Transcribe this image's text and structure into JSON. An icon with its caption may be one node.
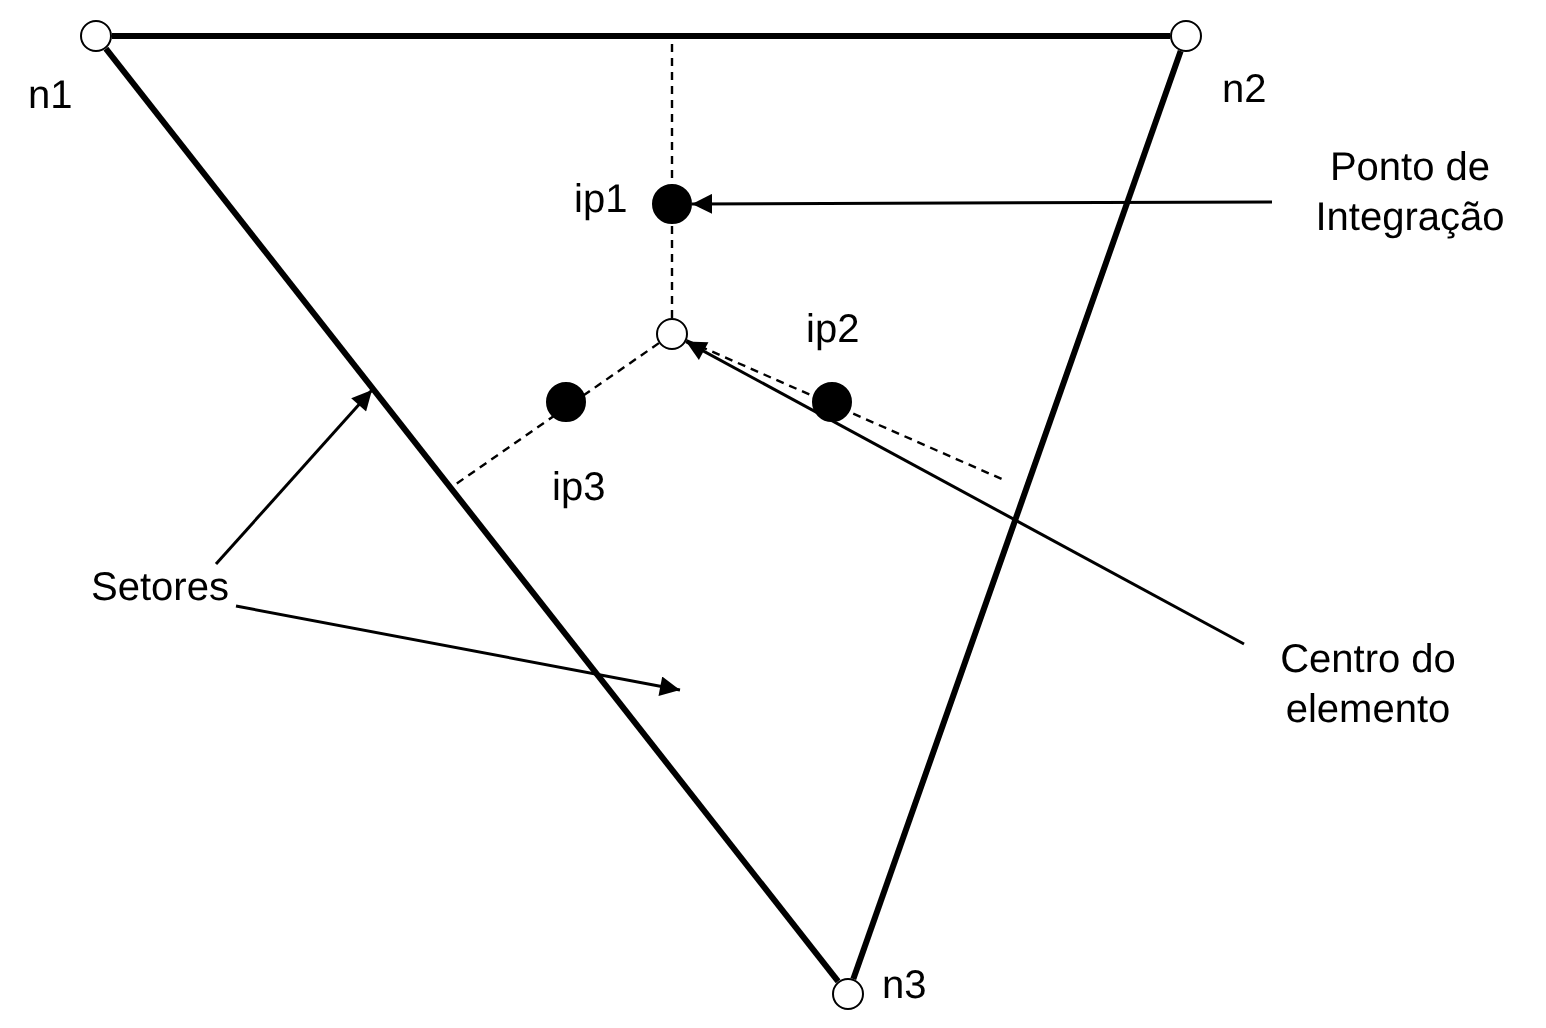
{
  "diagram": {
    "nodes": [
      {
        "text": [],
        "shape": "circle",
        "beside": [
          "n1"
        ]
      },
      {
        "text": [],
        "shape": "circle",
        "beside": [
          "n2"
        ]
      },
      {
        "text": [],
        "shape": "circle",
        "beside": [
          "n3"
        ]
      },
      {
        "text": [],
        "shape": "circle",
        "beside": [
          "ip1"
        ]
      },
      {
        "text": [],
        "shape": "circle",
        "beside": [
          "ip2"
        ]
      },
      {
        "text": [],
        "shape": "circle",
        "beside": [
          "ip3"
        ]
      },
      {
        "text": [],
        "shape": "circle"
      },
      {
        "text": [
          "Ponto de Integração"
        ]
      },
      {
        "text": [
          "Setores"
        ]
      },
      {
        "text": [
          "Centro do elemento"
        ]
      }
    ],
    "edges": [
      {
        "from": 0,
        "to": 1,
        "arrow": "none",
        "style": "thick"
      },
      {
        "from": 1,
        "to": 2,
        "arrow": "none",
        "style": "thick"
      },
      {
        "from": 2,
        "to": 0,
        "arrow": "none",
        "style": "thick"
      },
      {
        "from": 7,
        "to": 3,
        "arrow": "to"
      },
      {
        "from": 8,
        "to": null,
        "arrow": "to"
      },
      {
        "from": 8,
        "to": null,
        "arrow": "to"
      },
      {
        "from": 9,
        "to": 6,
        "arrow": "to"
      },
      {
        "from": 6,
        "to": null,
        "arrow": "none",
        "style": "dashed"
      },
      {
        "from": 6,
        "to": null,
        "arrow": "none",
        "style": "dashed"
      },
      {
        "from": 6,
        "to": null,
        "arrow": "none",
        "style": "dashed"
      }
    ]
  }
}
